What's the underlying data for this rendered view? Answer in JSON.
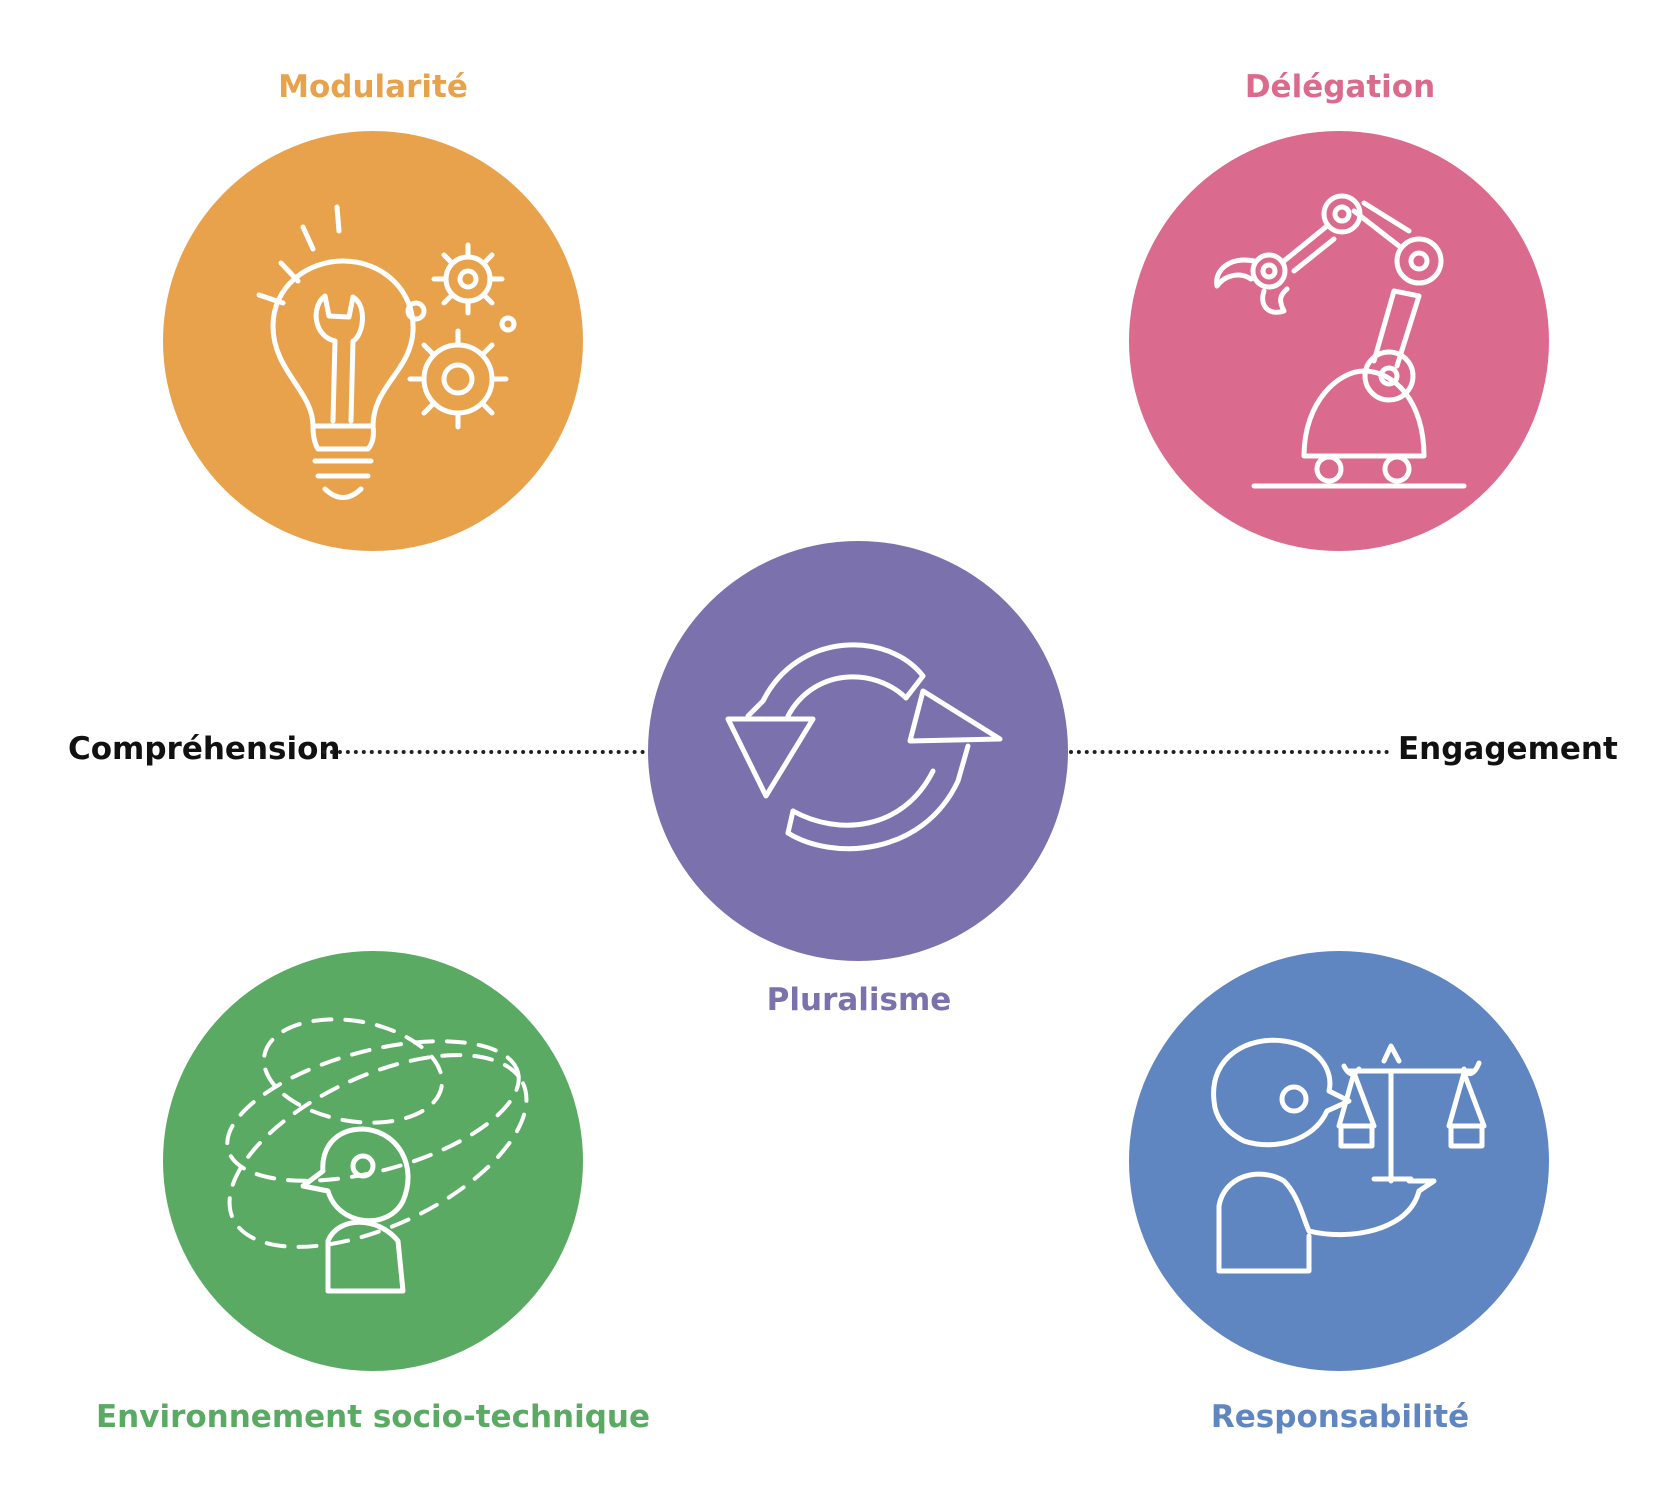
{
  "axis": {
    "left_label": "Compréhension",
    "right_label": "Engagement"
  },
  "nodes": {
    "modularite": {
      "label": "Modularité",
      "color": "#E8A24B",
      "icon": "lightbulb-gears-icon"
    },
    "delegation": {
      "label": "Délégation",
      "color": "#DA6A8E",
      "icon": "robot-arm-icon"
    },
    "pluralisme": {
      "label": "Pluralisme",
      "color": "#7B71AD",
      "icon": "cycle-arrows-icon"
    },
    "environnement": {
      "label": "Environnement socio-technique",
      "color": "#5AAA64",
      "icon": "person-orbits-icon"
    },
    "responsabilite": {
      "label": "Responsabilité",
      "color": "#6086C1",
      "icon": "person-scales-icon"
    }
  }
}
